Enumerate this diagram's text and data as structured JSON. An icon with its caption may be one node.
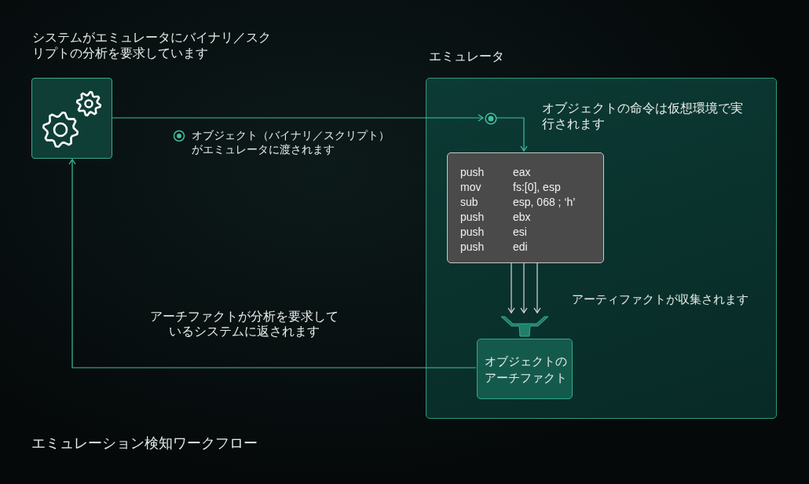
{
  "diagram": {
    "caption": "エミュレーション検知ワークフロー",
    "nodes": [
      {
        "text": [
          "システムがエミュレータにバイナリ／スクリプトの分析を要求しています"
        ]
      },
      {
        "text": [
          "エミュレータ"
        ]
      },
      {
        "text": [],
        "shape": "circle",
        "in": 1
      },
      {
        "text": [
          "push",
          "eax",
          "mov",
          "fs:[0], esp",
          "sub",
          "esp, 068 ; ‘h’",
          "push",
          "ebx",
          "push",
          "esi",
          "push",
          "edi"
        ],
        "in": 1
      },
      {
        "text": [],
        "shape": "funnel",
        "in": 1
      },
      {
        "text": [
          "オブジェクトのアーチファクト"
        ],
        "in": 1
      }
    ],
    "edges": [
      {
        "from": 0,
        "to": 2,
        "arrow": "to",
        "label": "オブジェクト（バイナリ／スクリプト）がエミュレータに渡されます"
      },
      {
        "from": 2,
        "to": 3,
        "arrow": "to"
      },
      {
        "from": 3,
        "to": 4,
        "arrow": "to",
        "color": "#d9d9d9"
      },
      {
        "from": 3,
        "to": 4,
        "arrow": "to",
        "color": "#d9d9d9"
      },
      {
        "from": 3,
        "to": 4,
        "arrow": "to",
        "color": "#d9d9d9"
      },
      {
        "from": 5,
        "to": 0,
        "arrow": "to",
        "label": "アーチファクトが分析を要求しているシステムに返されます"
      }
    ],
    "labels": [
      "オブジェクトの命令は仮想環境で実行されます",
      "アーティファクトが収集されます"
    ]
  }
}
